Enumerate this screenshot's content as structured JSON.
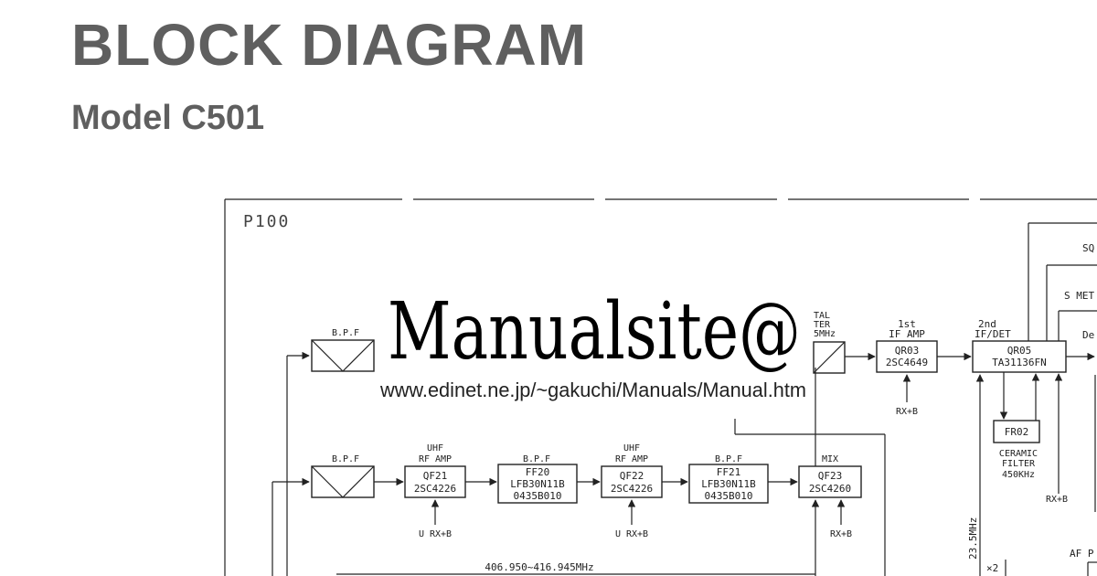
{
  "header": {
    "title": "BLOCK DIAGRAM",
    "subtitle": "Model C501"
  },
  "board": {
    "label": "P100"
  },
  "watermark": {
    "brand": "Manualsite@",
    "url": "www.edinet.ne.jp/~gakuchi/Manuals/Manual.htm"
  },
  "blocks": {
    "bpf_top": {
      "label": "B.P.F"
    },
    "bpf_bottom": {
      "label": "B.P.F"
    },
    "crystal_filter": {
      "top": "TAL",
      "mid": "TER",
      "freq": "5MHz",
      "id": "01"
    },
    "qr03": {
      "title1": "1st",
      "title2": "IF AMP",
      "id": "QR03",
      "part": "2SC4649",
      "supply": "RX+B"
    },
    "qr05": {
      "title1": "2nd",
      "title2": "IF/DET",
      "id": "QR05",
      "part": "TA31136FN",
      "supply": "RX+B"
    },
    "fr02": {
      "id": "FR02",
      "line1": "CERAMIC",
      "line2": "FILTER",
      "line3": "450KHz"
    },
    "qf21": {
      "title1": "UHF",
      "title2": "RF AMP",
      "id": "QF21",
      "part": "2SC4226",
      "supply": "U RX+B"
    },
    "ff20": {
      "title": "B.P.F",
      "id": "FF20",
      "part": "LFB30N11B",
      "code": "0435B010"
    },
    "qf22": {
      "title1": "UHF",
      "title2": "RF AMP",
      "id": "QF22",
      "part": "2SC4226",
      "supply": "U RX+B"
    },
    "ff21": {
      "title": "B.P.F",
      "id": "FF21",
      "part": "LFB30N11B",
      "code": "0435B010"
    },
    "qf23": {
      "title": "MIX",
      "id": "QF23",
      "part": "2SC4260",
      "supply": "RX+B"
    }
  },
  "labels": {
    "sq": "SQ",
    "smeter": "S MET",
    "de": "De",
    "osc_freq": "23.5MHz",
    "x2": "×2",
    "af": "AF P",
    "lo_range": "406.950~416.945MHz"
  }
}
